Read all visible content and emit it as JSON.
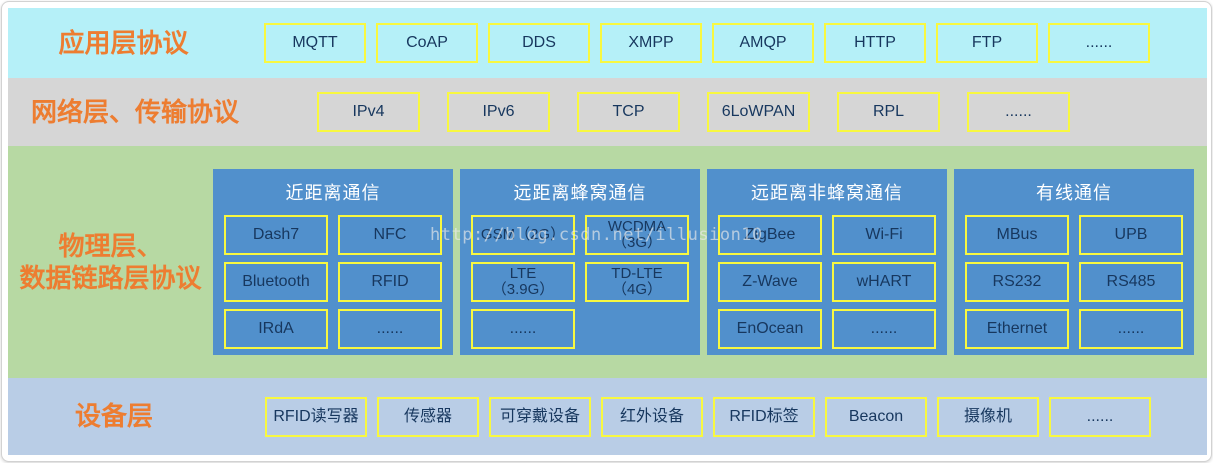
{
  "watermark": "http://blog.csdn.net/illusion10",
  "layers": {
    "app": {
      "label": "应用层协议",
      "items": [
        "MQTT",
        "CoAP",
        "DDS",
        "XMPP",
        "AMQP",
        "HTTP",
        "FTP",
        "......"
      ]
    },
    "net": {
      "label": "网络层、传输协议",
      "items": [
        "IPv4",
        "IPv6",
        "TCP",
        "6LoWPAN",
        "RPL",
        "......"
      ]
    },
    "phy": {
      "label": "物理层、\n数据链路层协议",
      "groups": [
        {
          "title": "近距离通信",
          "items": [
            "Dash7",
            "NFC",
            "Bluetooth",
            "RFID",
            "IRdA",
            "......"
          ]
        },
        {
          "title": "远距离蜂窝通信",
          "items": [
            "GSM（2G）",
            "WCDMA\n（3G）",
            "LTE\n（3.9G）",
            "TD-LTE\n（4G）",
            "......"
          ]
        },
        {
          "title": "远距离非蜂窝通信",
          "items": [
            "ZigBee",
            "Wi-Fi",
            "Z-Wave",
            "wHART",
            "EnOcean",
            "......"
          ]
        },
        {
          "title": "有线通信",
          "items": [
            "MBus",
            "UPB",
            "RS232",
            "RS485",
            "Ethernet",
            "......"
          ]
        }
      ]
    },
    "dev": {
      "label": "设备层",
      "items": [
        "RFID读写器",
        "传感器",
        "可穿戴设备",
        "红外设备",
        "RFID标签",
        "Beacon",
        "摄像机",
        "......"
      ]
    }
  },
  "colors": {
    "app_band": "#b5f0f8",
    "net_band": "#d6d6d6",
    "phy_band": "#b7d9a3",
    "dev_band": "#b9cde6",
    "panel": "#5190cc",
    "panel_title": "#ffffff",
    "chip_border": "#f8f840",
    "chip_text": "#17375e",
    "label": "#ed7d31"
  }
}
